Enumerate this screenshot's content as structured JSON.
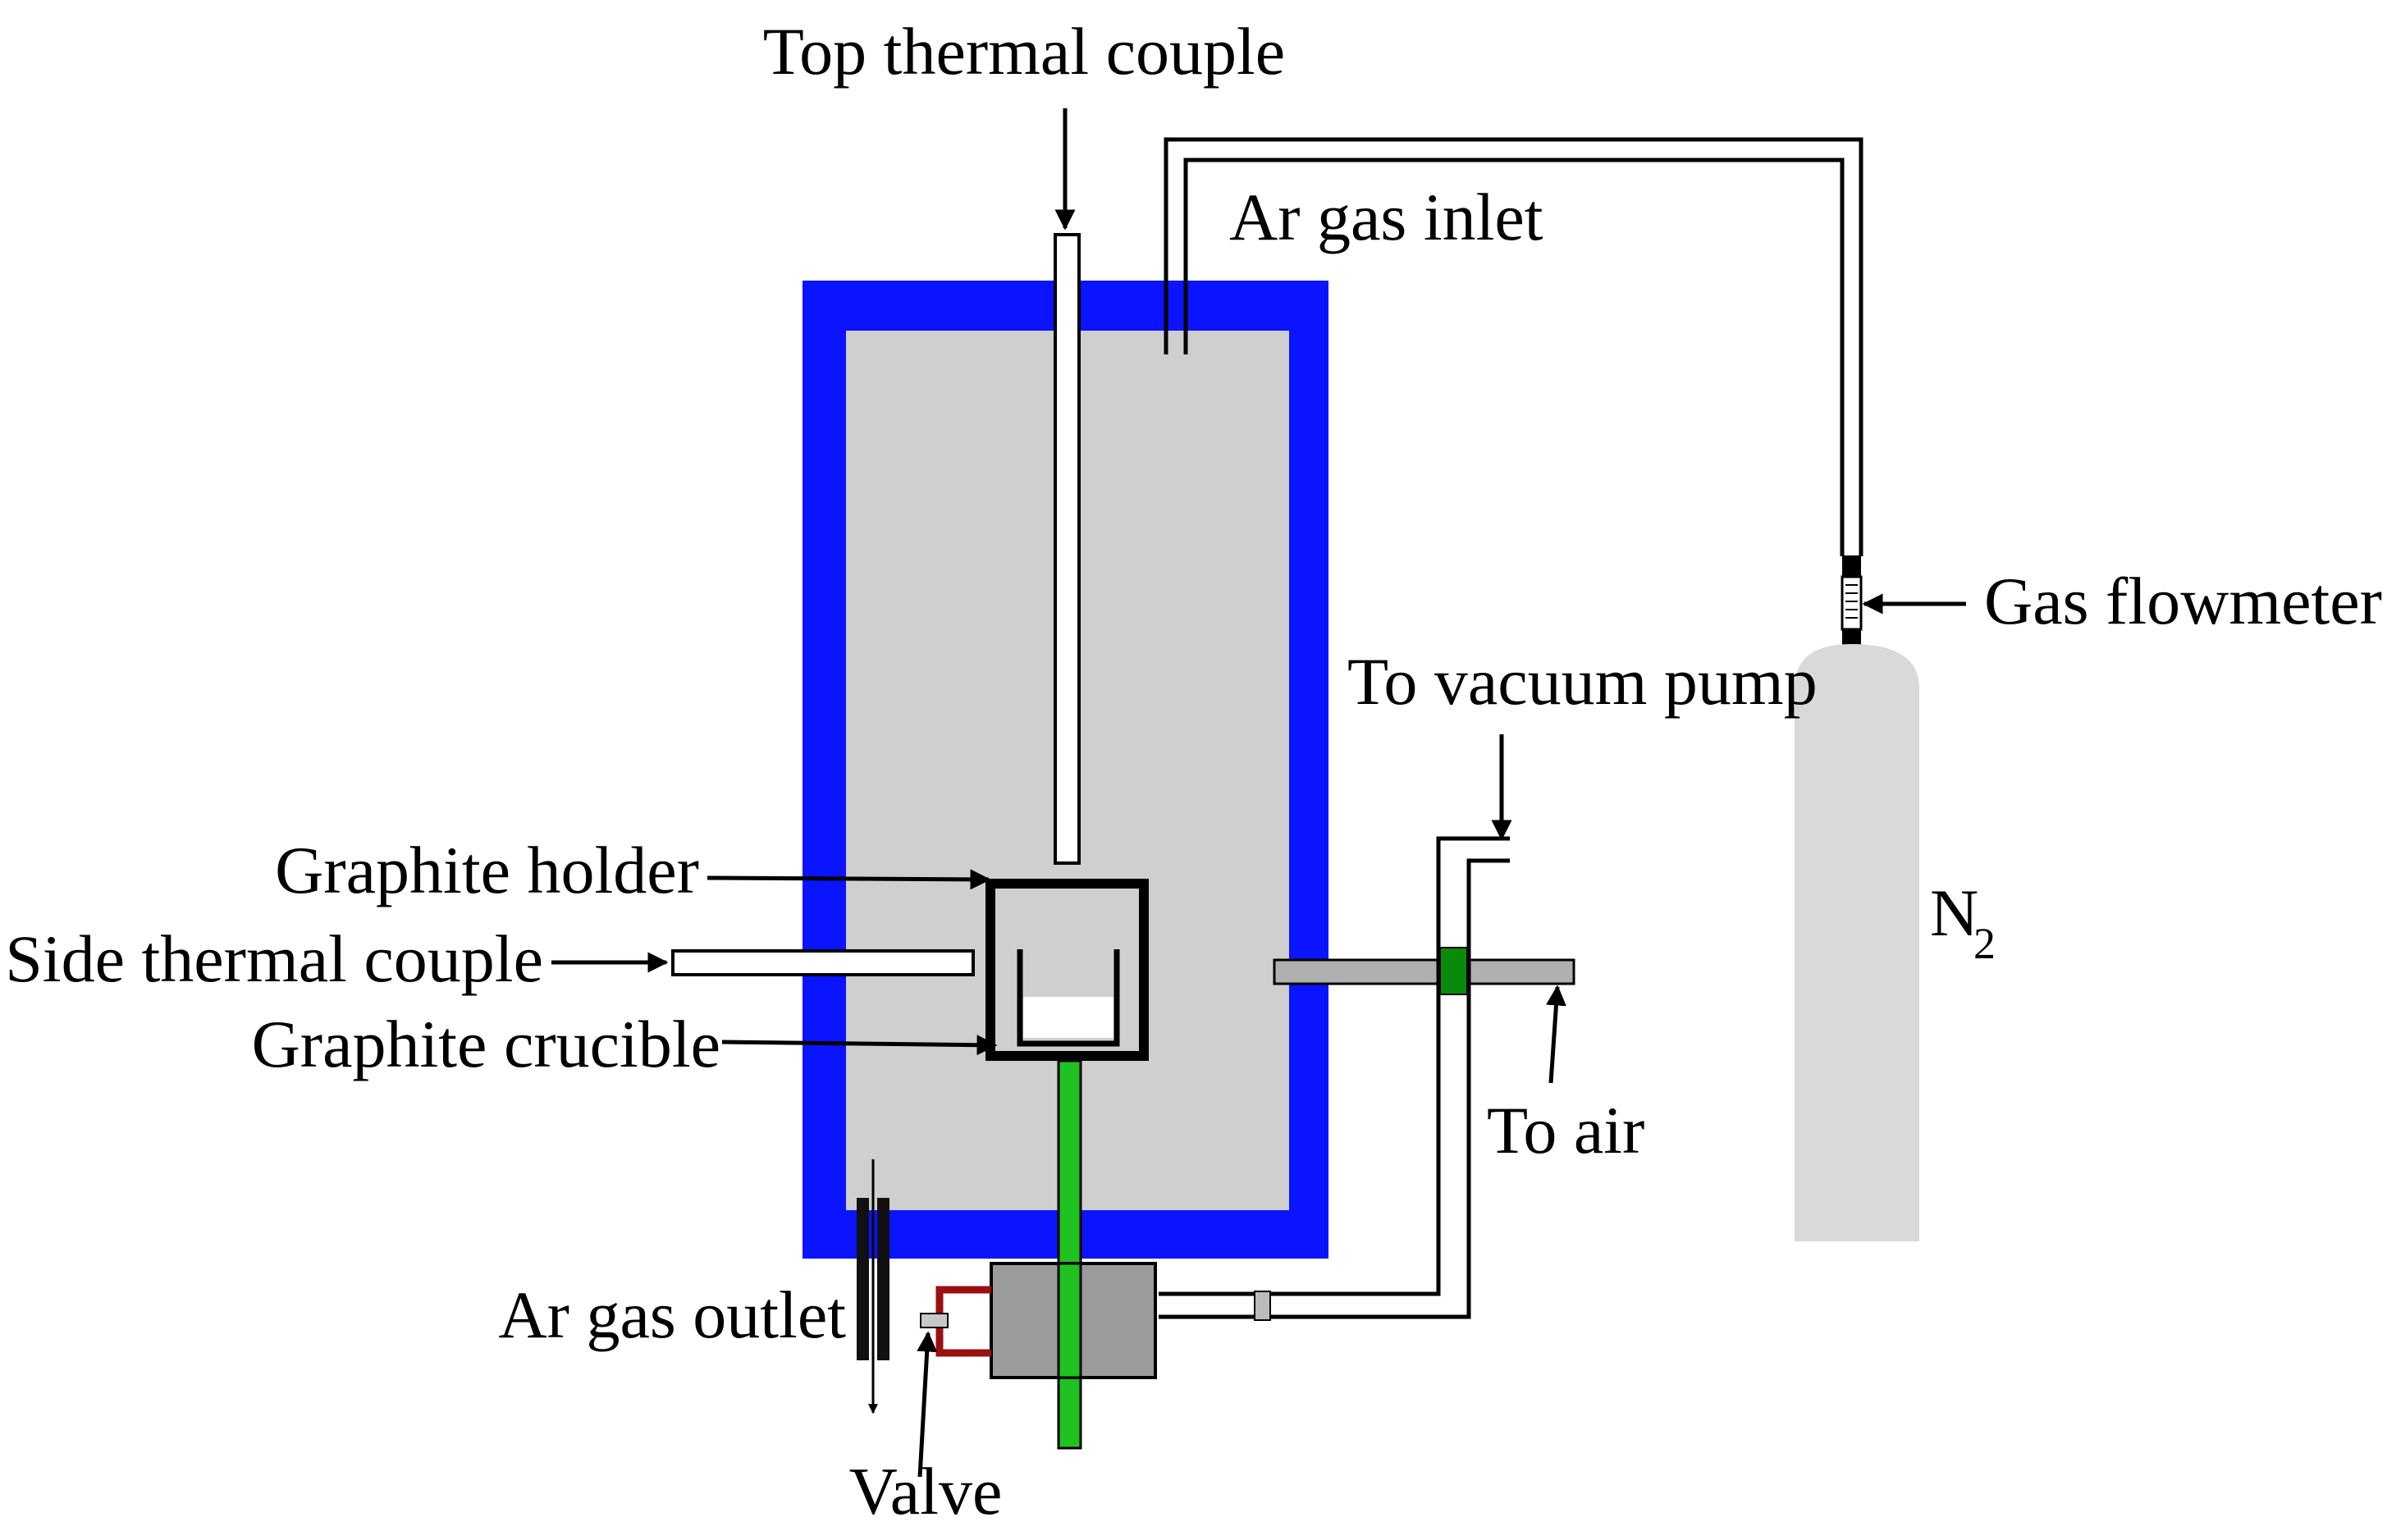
{
  "labels": {
    "top_thermocouple": "Top thermal couple",
    "ar_gas_inlet": "Ar gas inlet",
    "gas_flowmeter": "Gas flowmeter",
    "to_vacuum_pump": "To vacuum pump",
    "graphite_holder": "Graphite holder",
    "side_thermocouple": "Side thermal couple",
    "graphite_crucible": "Graphite crucible",
    "to_air": "To air",
    "ar_gas_outlet": "Ar gas outlet",
    "valve": "Valve",
    "cylinder_gas": "N",
    "cylinder_gas_subscript": "2"
  },
  "colors": {
    "furnace_wall": "#0a14ff",
    "furnace_chamber": "#cfcfcf",
    "shaft": "#1fc21f",
    "valve_body": "#9b9b9b",
    "valve_handle": "#9a1010",
    "cylinder": "#d9d9d9",
    "connector": "#0a8a0a"
  }
}
